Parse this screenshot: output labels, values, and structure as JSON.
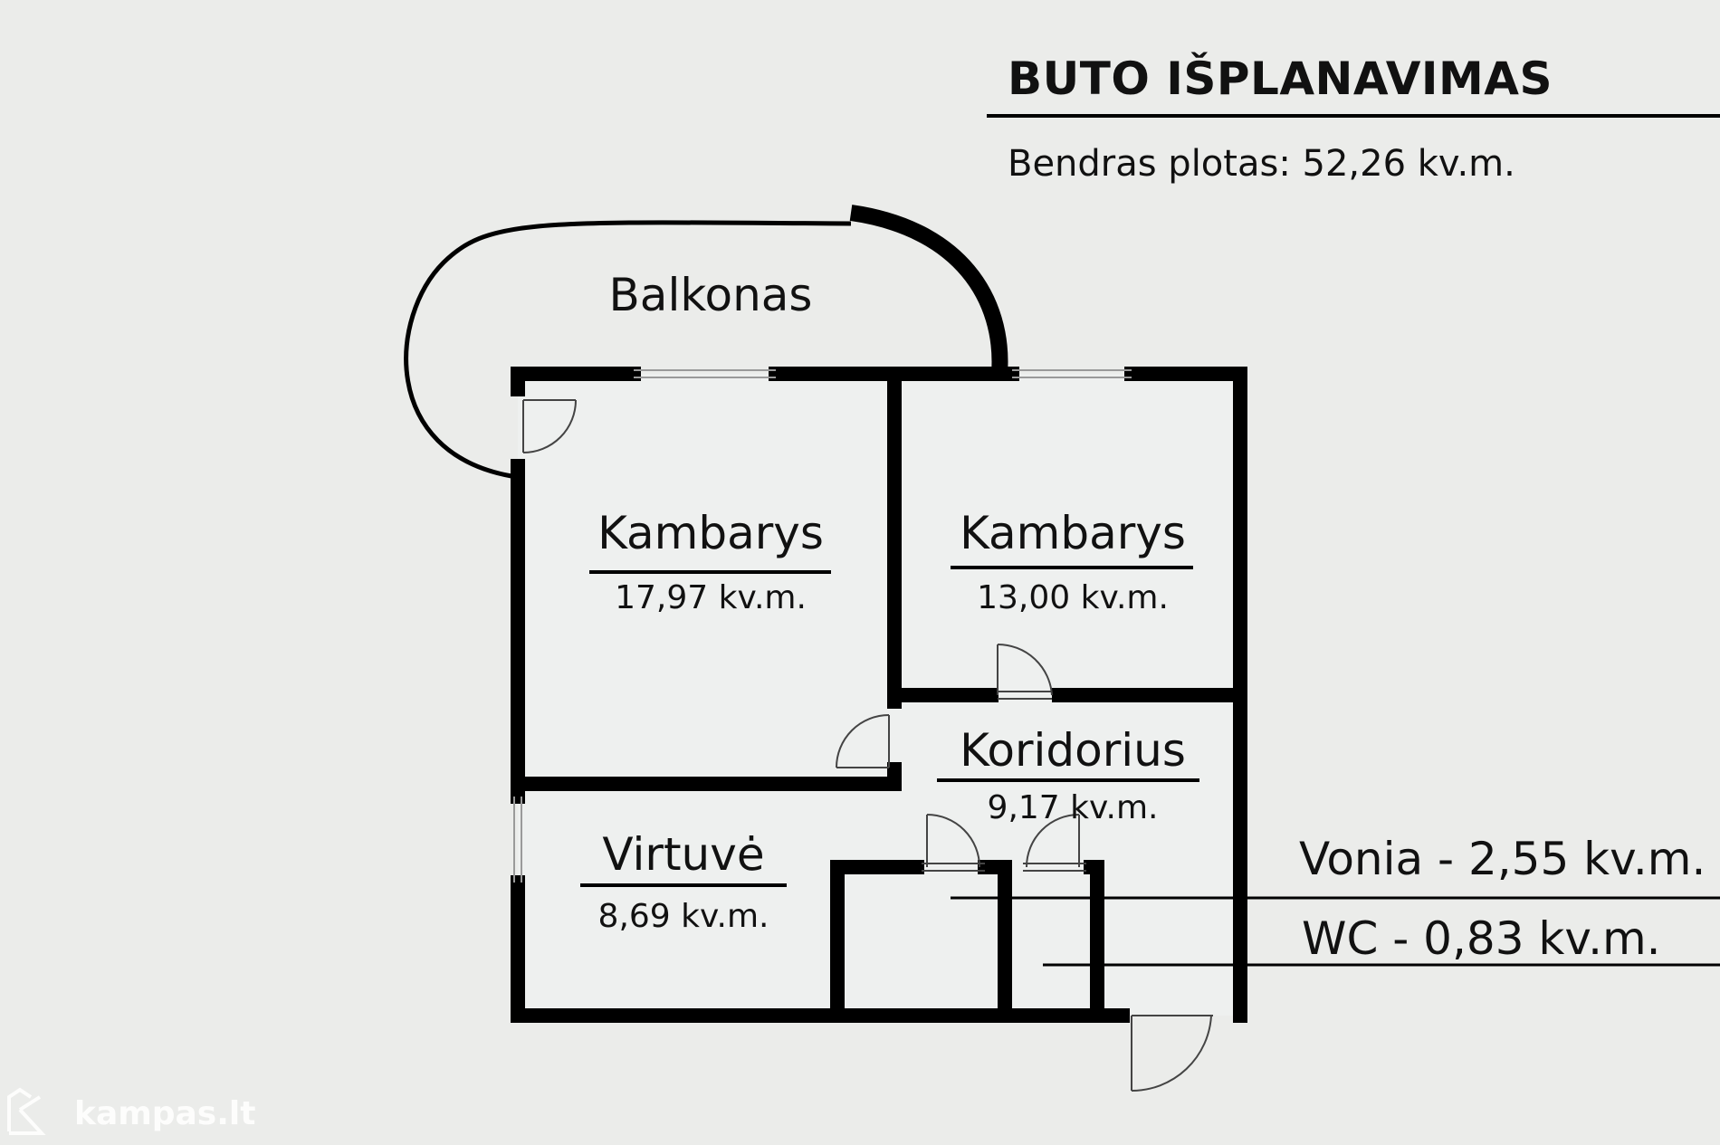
{
  "header": {
    "title": "BUTO IŠPLANAVIMAS",
    "total_area": "Bendras plotas: 52,26 kv.m."
  },
  "rooms": {
    "balcony": {
      "label": "Balkonas"
    },
    "room1": {
      "label": "Kambarys",
      "area": "17,97 kv.m."
    },
    "room2": {
      "label": "Kambarys",
      "area": "13,00 kv.m."
    },
    "corridor": {
      "label": "Koridorius",
      "area": "9,17 kv.m."
    },
    "kitchen": {
      "label": "Virtuvė",
      "area": "8,69 kv.m."
    }
  },
  "callouts": {
    "bath": "Vonia - 2,55 kv.m.",
    "wc": "WC - 0,83 kv.m."
  },
  "watermark": {
    "text": "kampas.lt"
  },
  "colors": {
    "background": "#ebecea",
    "wall": "#000000",
    "text": "#111111"
  }
}
